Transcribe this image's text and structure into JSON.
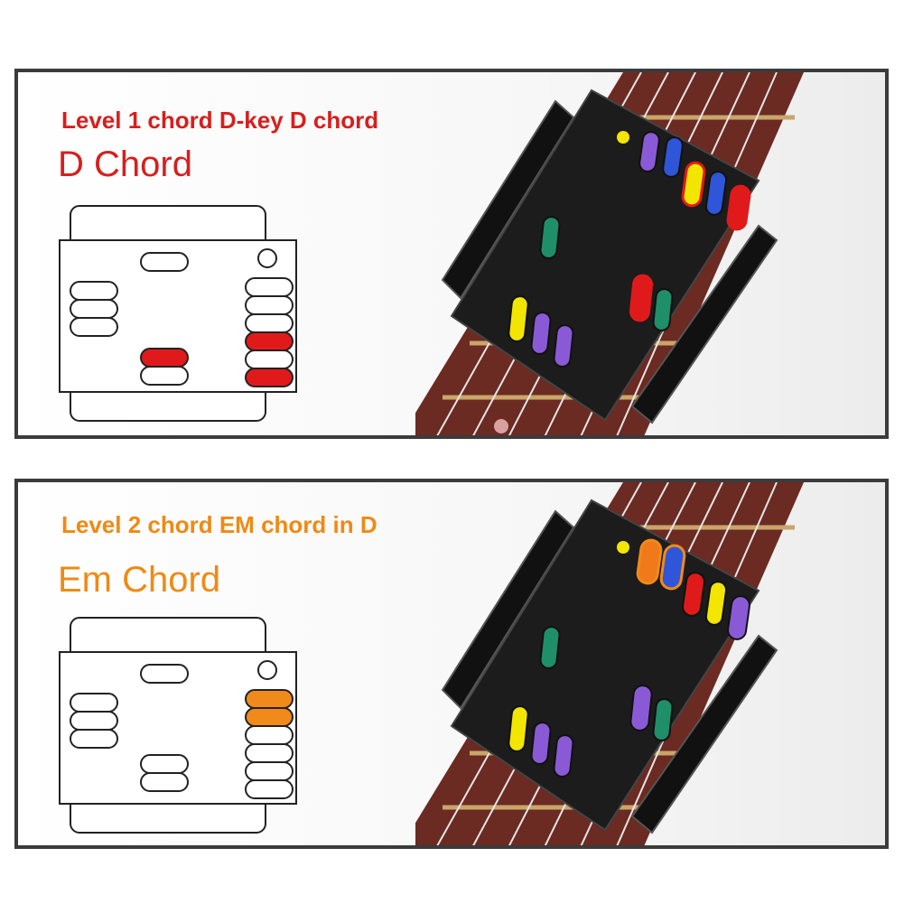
{
  "panels": [
    {
      "subtitle": "Level 1 chord D-key D chord",
      "title": "D Chord",
      "accent": "#d81e1e",
      "highlight_fill": "#e01a1a"
    },
    {
      "subtitle": "Level 2 chord EM chord in D",
      "title": "Em Chord",
      "accent": "#ef8a14",
      "highlight_fill": "#f08a1a"
    }
  ],
  "colors": {
    "frame_border": "#3b3b3b",
    "device_body": "#1a1a1a",
    "fretboard": "#6b2a22",
    "fret_wire": "#c9a56a",
    "string": "#e6e6e6",
    "dot_yellow": "#f2e600",
    "key_purple": "#8a5ad6",
    "key_blue": "#2f55d8",
    "key_orange": "#f07a1a",
    "key_yellow": "#f2e600",
    "key_green": "#1f8f6a",
    "key_red": "#e01a1a"
  }
}
